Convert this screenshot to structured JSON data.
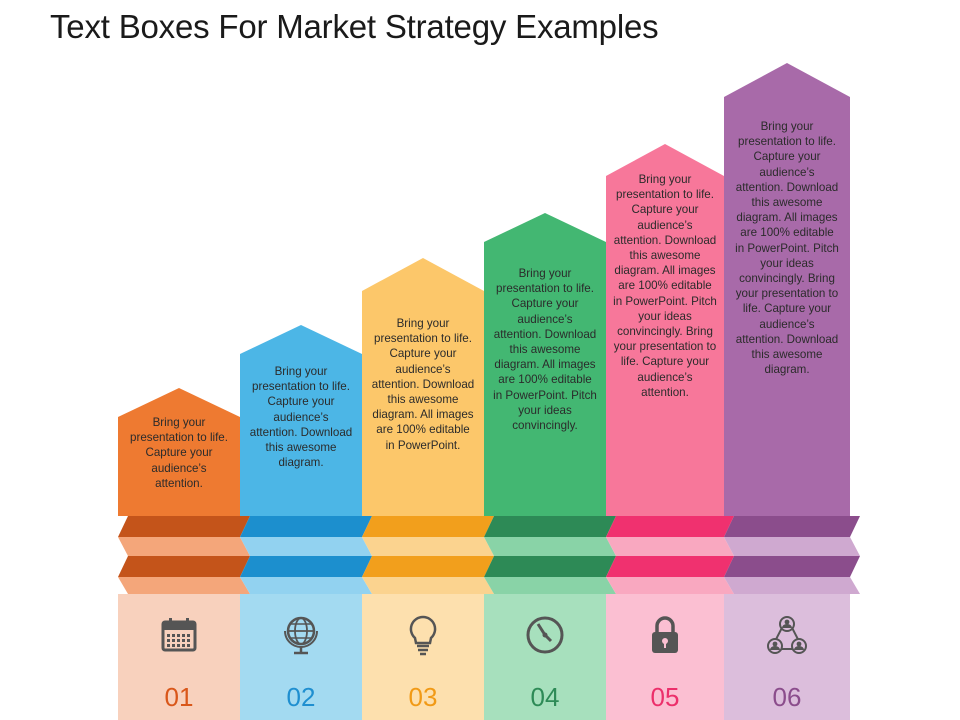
{
  "title": "Text Boxes For Market Strategy Examples",
  "columns": [
    {
      "number": "01",
      "icon": "calendar-icon",
      "color": "#ee7a31",
      "dark": "#c4541a",
      "light": "#f4a67a",
      "pale": "#f8d1bd",
      "numColor": "#d9571a",
      "text": "Bring your presentation to life. Capture your audience’s attention."
    },
    {
      "number": "02",
      "icon": "globe-icon",
      "color": "#4cb6e6",
      "dark": "#1c8fce",
      "light": "#92d2f0",
      "pale": "#a3daf1",
      "numColor": "#1f8fd0",
      "text": "Bring your presentation to life. Capture your audience’s attention. Download this awesome diagram."
    },
    {
      "number": "03",
      "icon": "lightbulb-icon",
      "color": "#fcc76a",
      "dark": "#f29f1c",
      "light": "#fbd38f",
      "pale": "#fde0ae",
      "numColor": "#f19a16",
      "text": "Bring your presentation to life. Capture your audience’s attention. Download this awesome diagram. All images are 100% editable in PowerPoint."
    },
    {
      "number": "04",
      "icon": "clock-icon",
      "color": "#43b772",
      "dark": "#2d8a56",
      "light": "#89d3a7",
      "pale": "#a7e0bd",
      "numColor": "#2e8b57",
      "text": "Bring your presentation to life. Capture your audience’s attention. Download this awesome diagram. All images are 100% editable in PowerPoint. Pitch your ideas convincingly."
    },
    {
      "number": "05",
      "icon": "lock-icon",
      "color": "#f7779a",
      "dark": "#f0316f",
      "light": "#f9a8c0",
      "pale": "#fbbfd2",
      "numColor": "#ec2f6b",
      "text": "Bring your presentation to life. Capture your audience’s attention. Download this awesome diagram. All images are 100% editable in PowerPoint. Pitch your ideas convincingly. Bring your presentation to life. Capture your audience’s attention."
    },
    {
      "number": "06",
      "icon": "team-icon",
      "color": "#a86aa9",
      "dark": "#8b4d8c",
      "light": "#cfa9d0",
      "pale": "#dcbedc",
      "numColor": "#8b4d8c",
      "text": "Bring your presentation to life. Capture your audience’s attention. Download this awesome diagram. All images are 100% editable in PowerPoint. Pitch your ideas convincingly. Bring your presentation to life. Capture your audience’s attention. Download this awesome diagram."
    }
  ]
}
